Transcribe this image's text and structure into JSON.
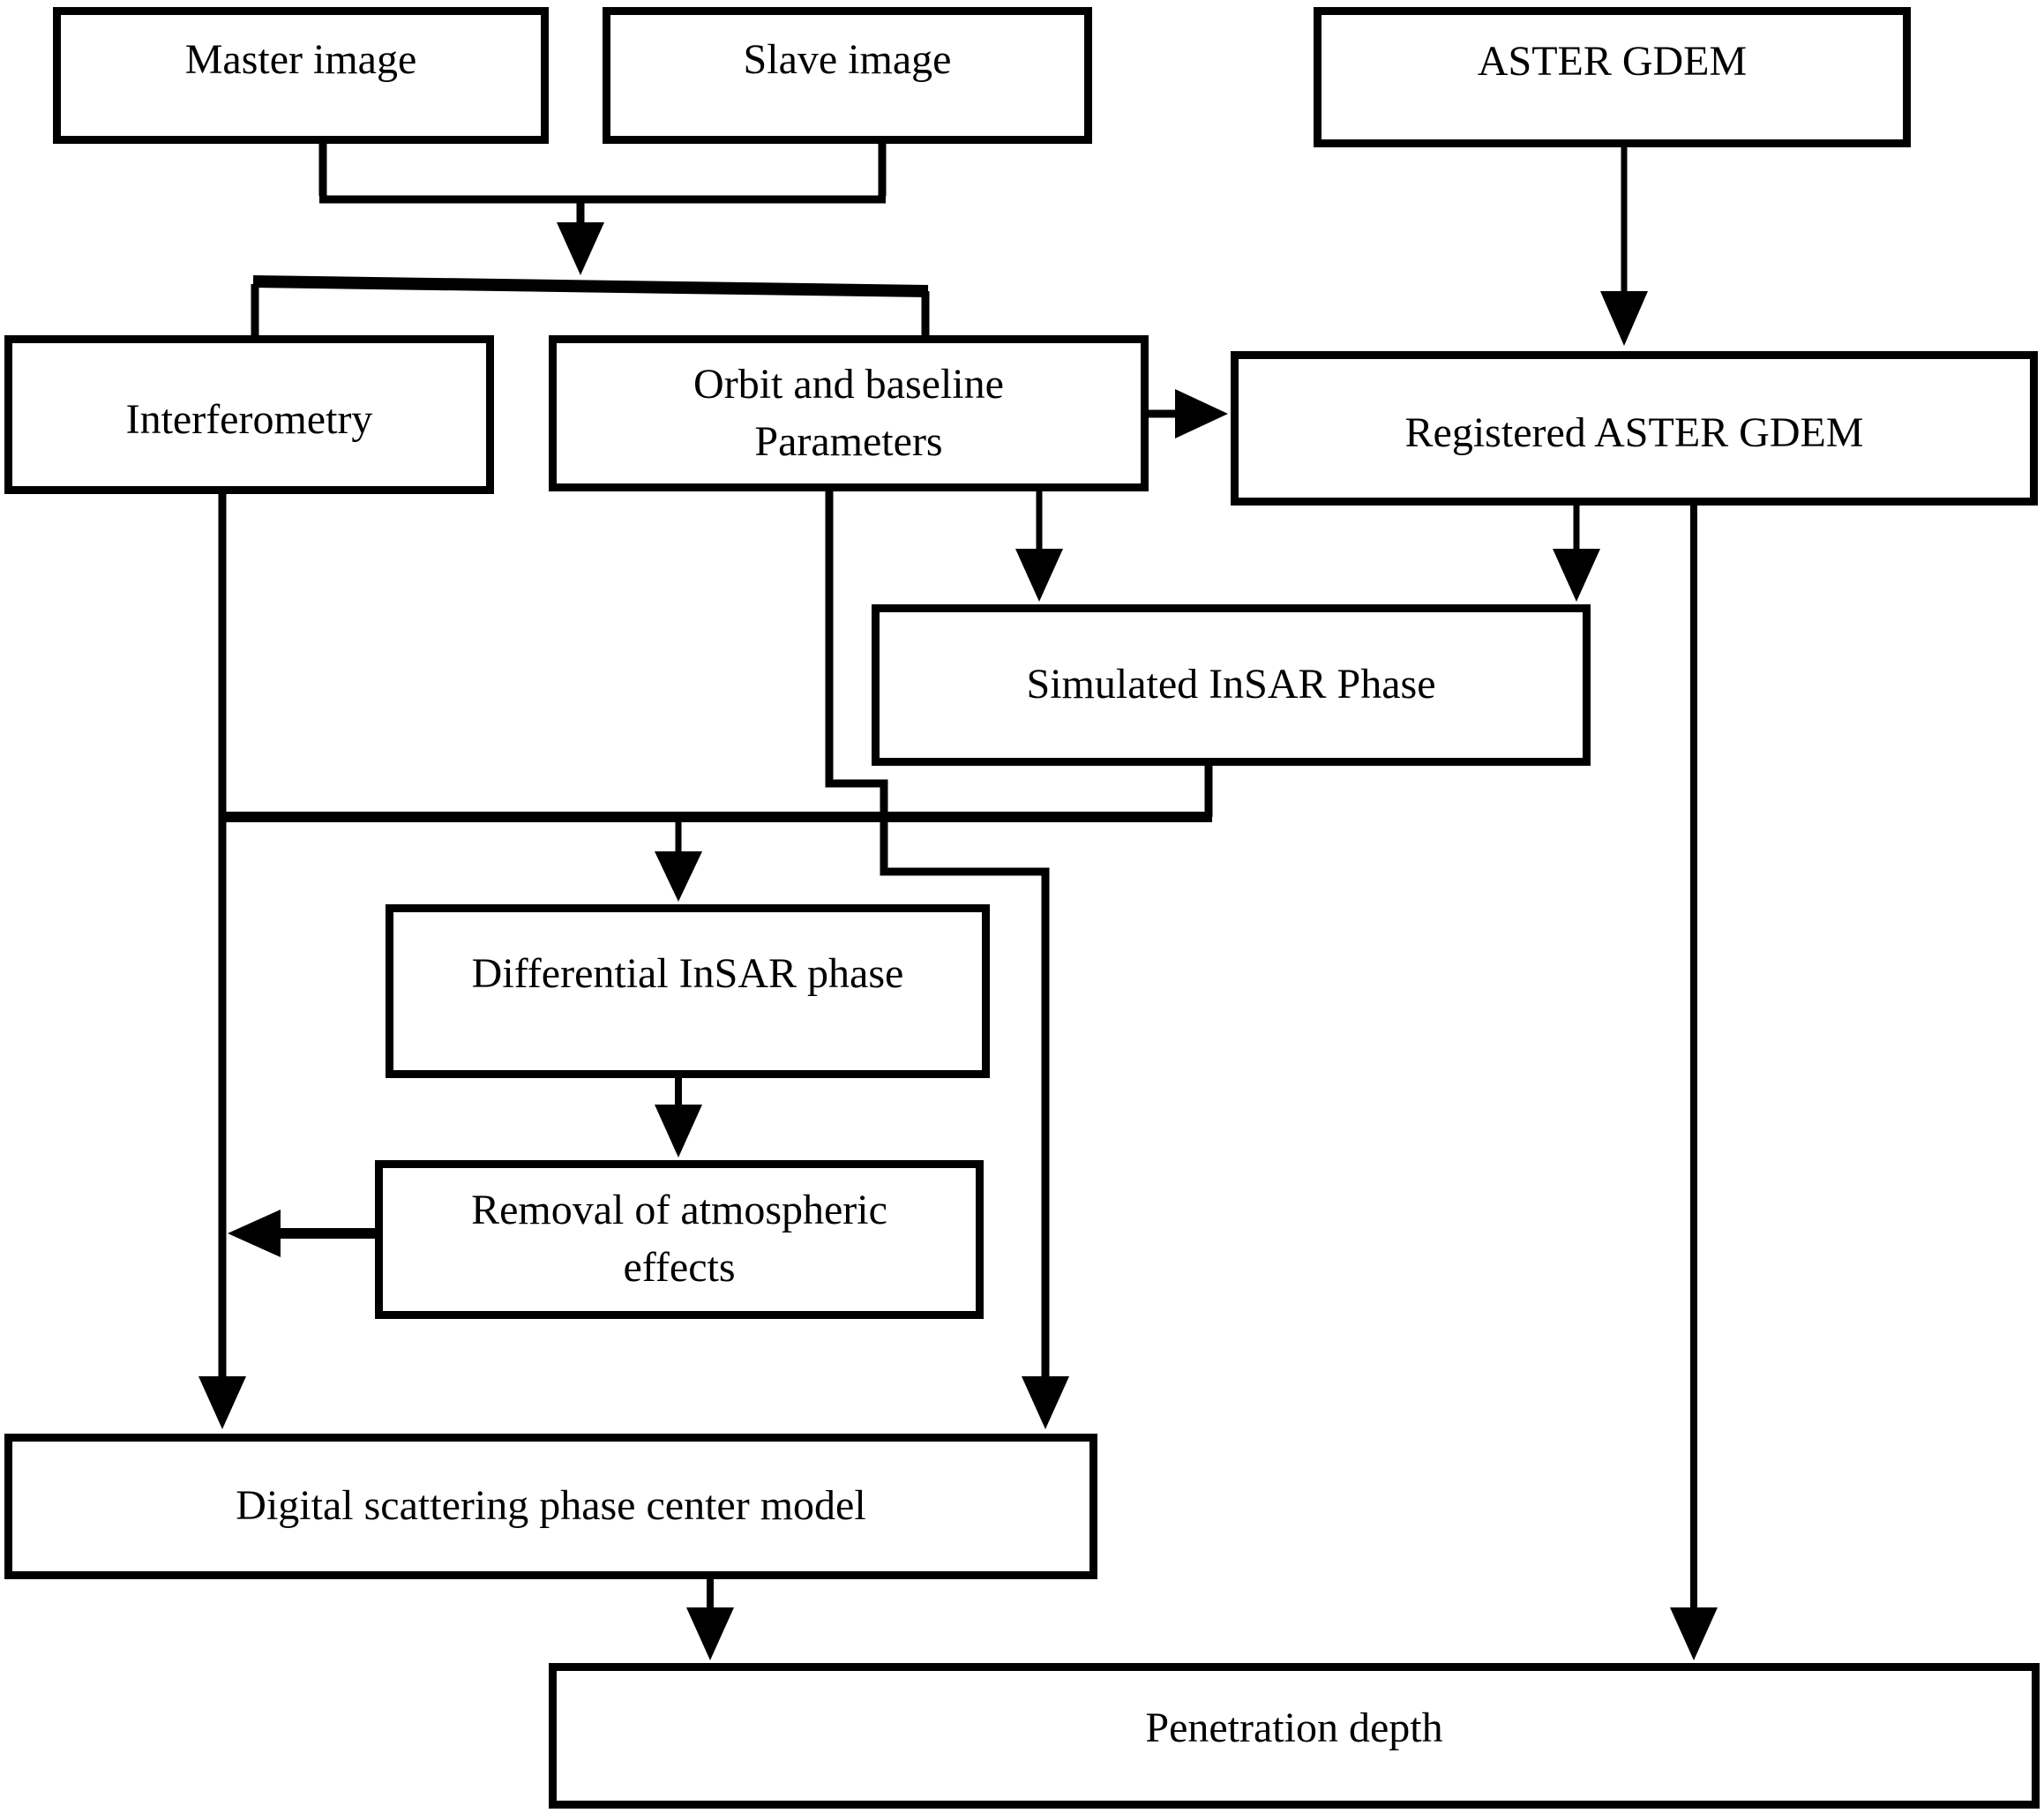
{
  "diagram": {
    "type": "flowchart",
    "title": "InSAR penetration depth processing chain",
    "colors": {
      "background": "#ffffff",
      "line": "#000000",
      "text": "#000000",
      "node_fill": "#ffffff"
    },
    "nodes": {
      "master": {
        "label": "Master image"
      },
      "slave": {
        "label": "Slave image"
      },
      "aster": {
        "label": "ASTER GDEM"
      },
      "interferometry": {
        "label": "Interferometry"
      },
      "orbit": {
        "label": "Orbit and baseline\nParameters"
      },
      "registered": {
        "label": "Registered ASTER GDEM"
      },
      "simulated": {
        "label": "Simulated InSAR Phase"
      },
      "differential": {
        "label": "Differential InSAR phase"
      },
      "removal": {
        "label": "Removal of atmospheric\neffects"
      },
      "digital": {
        "label": "Digital scattering phase center model"
      },
      "penetration": {
        "label": "Penetration depth"
      }
    },
    "edges": [
      {
        "from": "master",
        "to": "join"
      },
      {
        "from": "slave",
        "to": "join"
      },
      {
        "from": "join",
        "to": "interferometry"
      },
      {
        "from": "join",
        "to": "orbit"
      },
      {
        "from": "aster",
        "to": "registered"
      },
      {
        "from": "orbit",
        "to": "registered"
      },
      {
        "from": "orbit",
        "to": "simulated"
      },
      {
        "from": "registered",
        "to": "simulated"
      },
      {
        "from": "interferometry",
        "to": "differential"
      },
      {
        "from": "simulated",
        "to": "differential"
      },
      {
        "from": "differential",
        "to": "removal"
      },
      {
        "from": "removal",
        "to": "interferometry-line"
      },
      {
        "from": "interferometry",
        "to": "digital"
      },
      {
        "from": "orbit",
        "to": "digital"
      },
      {
        "from": "digital",
        "to": "penetration"
      },
      {
        "from": "registered",
        "to": "penetration"
      }
    ]
  }
}
